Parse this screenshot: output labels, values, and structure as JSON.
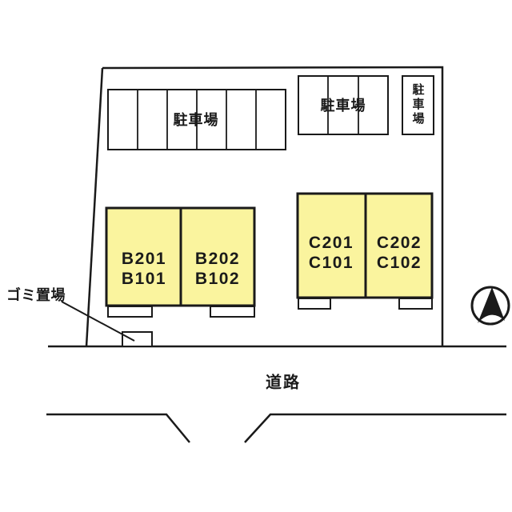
{
  "site_plan": {
    "colors": {
      "background": "#ffffff",
      "line": "#1a1a1a",
      "building_fill": "#faf49e"
    },
    "parking_areas": {
      "left": {
        "label": "駐車場",
        "stalls": 6
      },
      "middle": {
        "label": "駐車場",
        "stalls": 3
      },
      "right": {
        "label": "駐車場",
        "stalls": 1
      }
    },
    "buildings": {
      "b_left": {
        "upper": "B201",
        "lower": "B101"
      },
      "b_right": {
        "upper": "B202",
        "lower": "B102"
      },
      "c_left": {
        "upper": "C201",
        "lower": "C101"
      },
      "c_right": {
        "upper": "C202",
        "lower": "C102"
      }
    },
    "labels": {
      "garbage": "ゴミ置場",
      "road": "道路"
    },
    "icons": {
      "north_arrow_icon": "filled-triangle-in-circle"
    }
  }
}
